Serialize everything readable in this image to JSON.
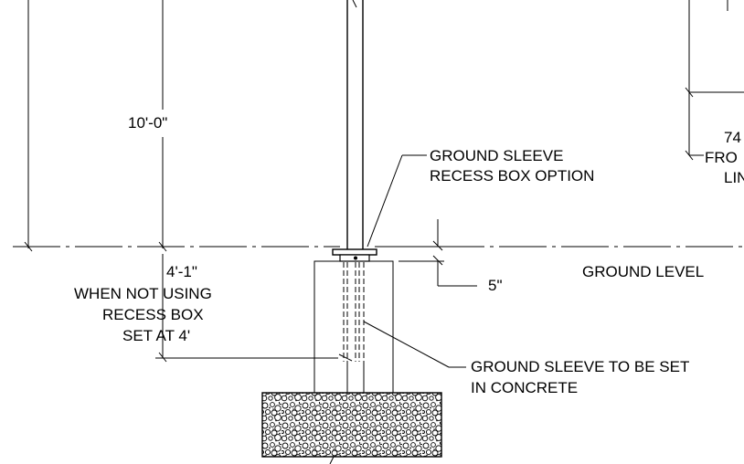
{
  "labels": {
    "height": "10'-0\"",
    "sleeve_recess_1": "GROUND SLEEVE",
    "sleeve_recess_2": "RECESS BOX OPTION",
    "depth": "4'-1\"",
    "note_1": "WHEN NOT USING",
    "note_2": "RECESS BOX",
    "note_3": "SET AT 4'",
    "ground_level": "GROUND LEVEL",
    "recess_depth": "5\"",
    "set_in_concrete_1": "GROUND SLEEVE TO BE SET",
    "set_in_concrete_2": "IN CONCRETE",
    "cut_1": "74",
    "cut_2": "FRO",
    "cut_3": "LIN"
  }
}
